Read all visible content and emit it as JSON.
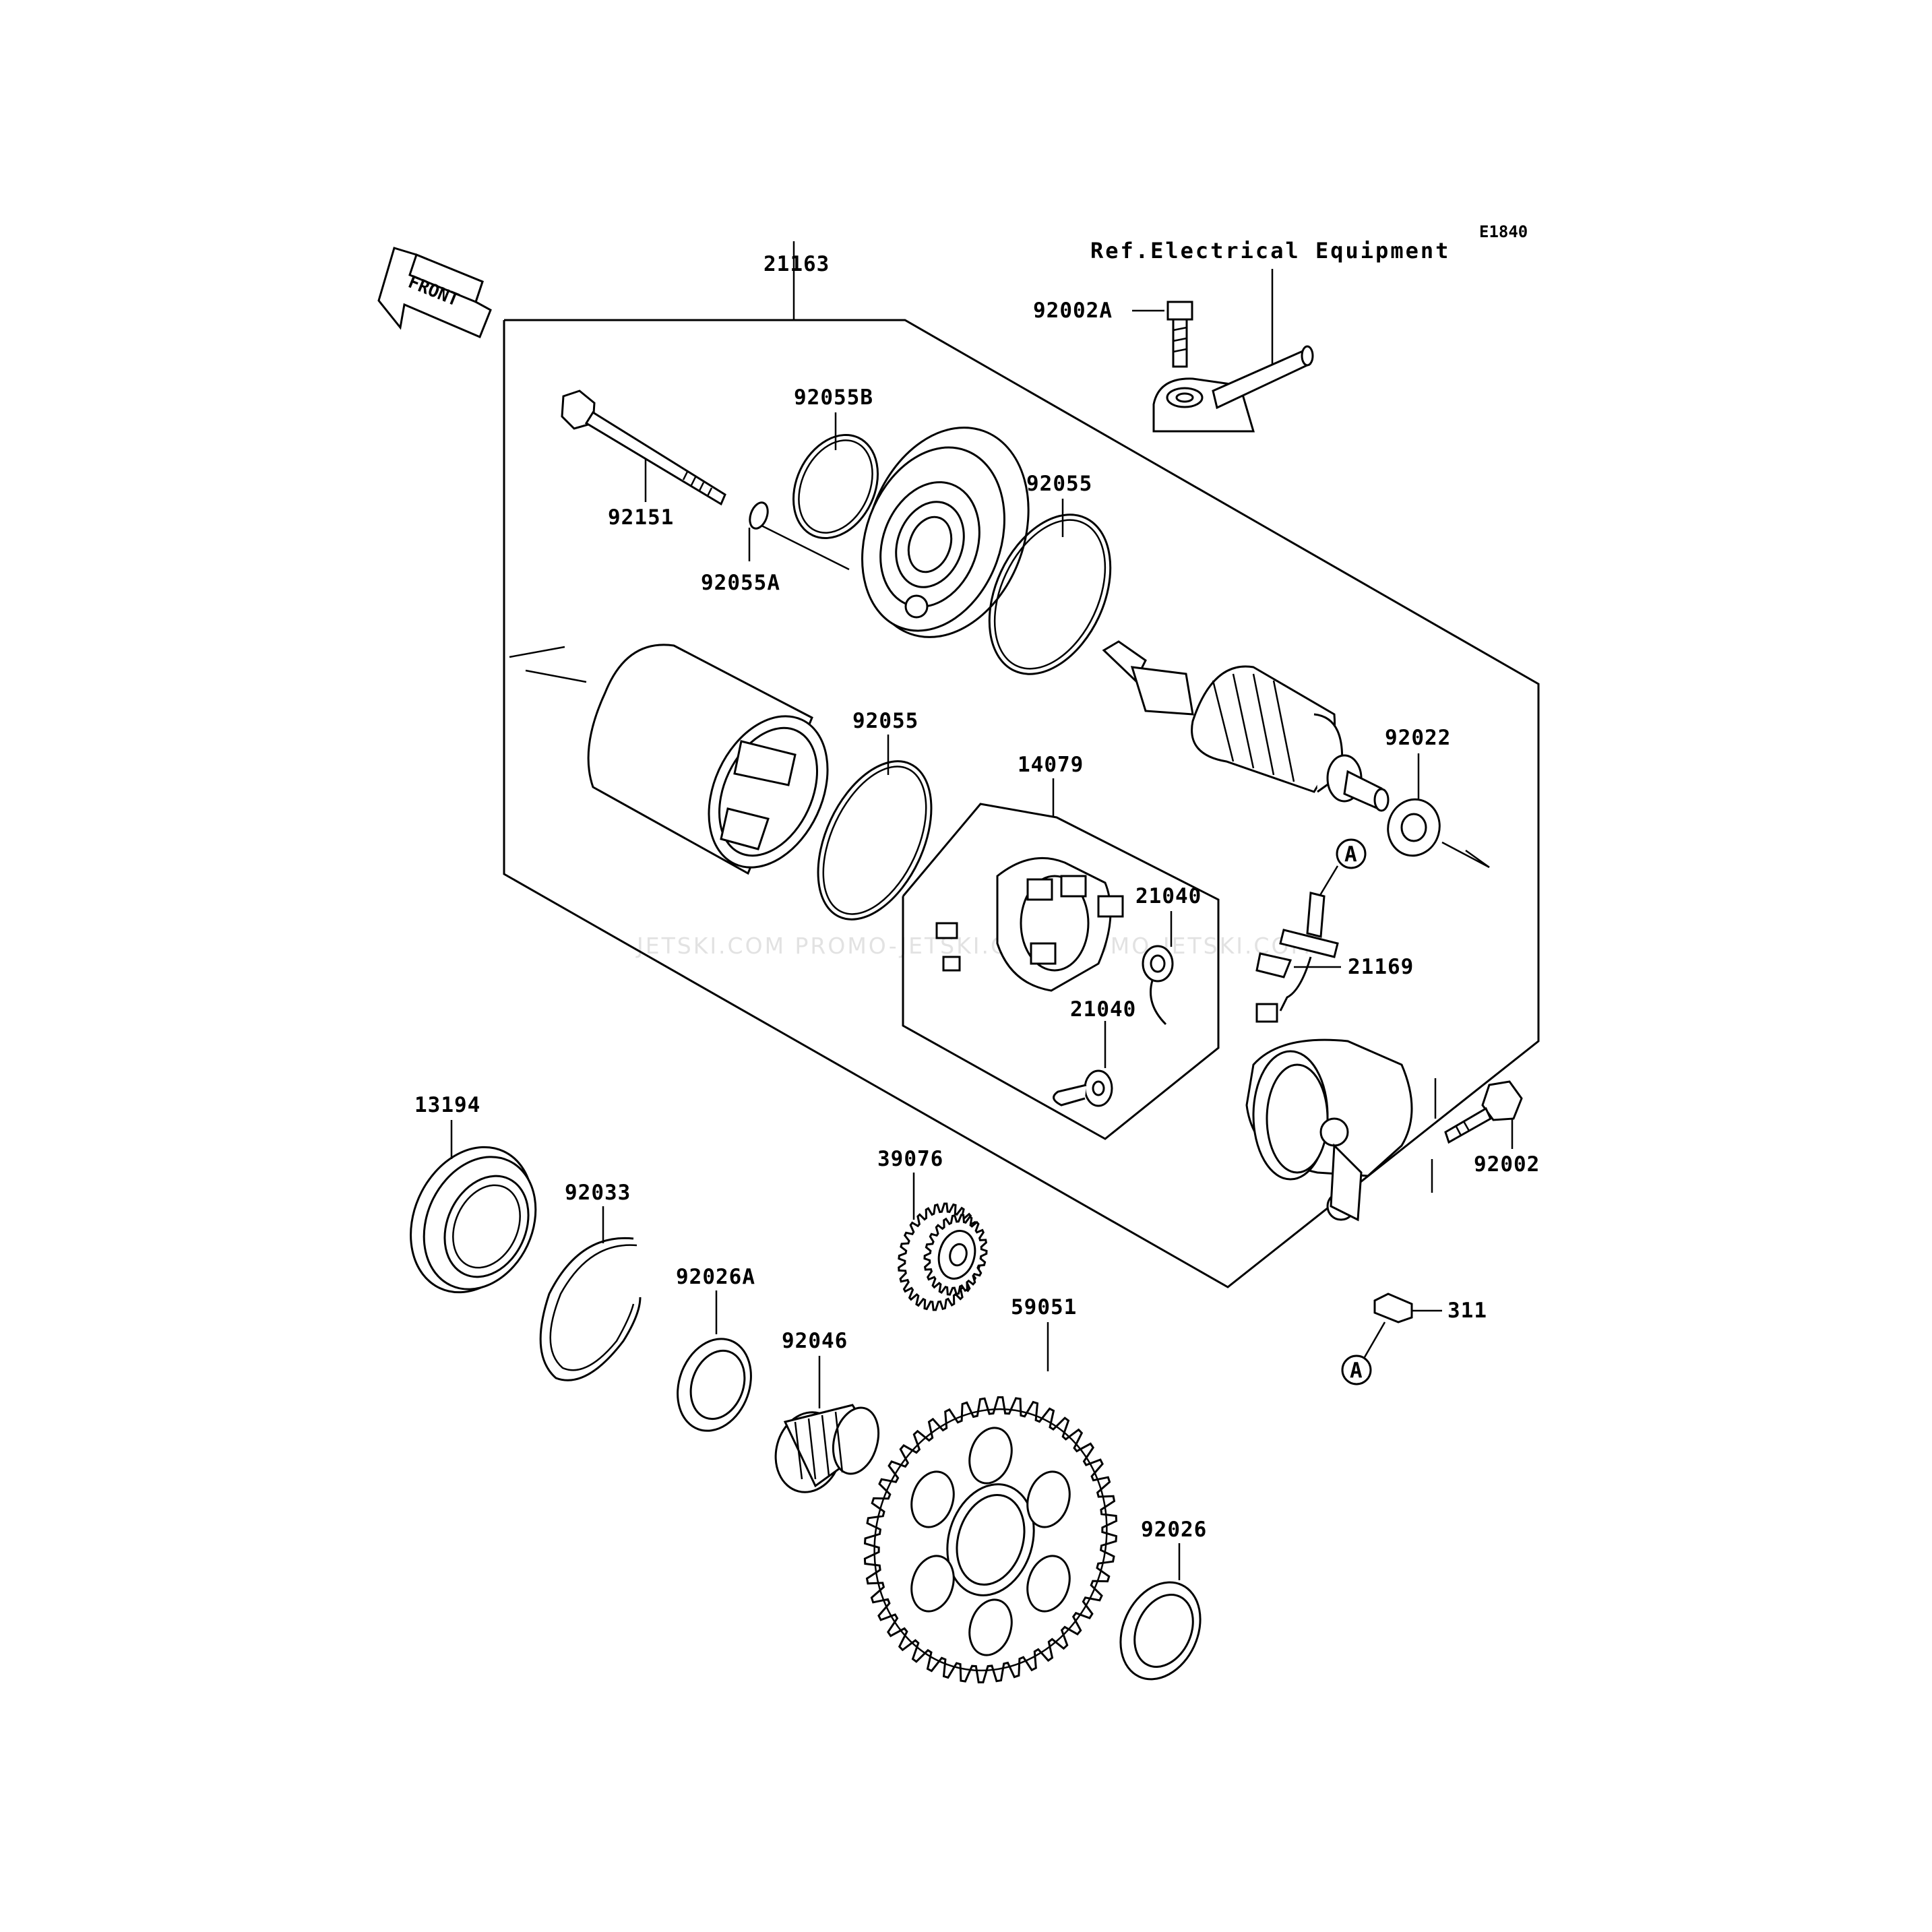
{
  "diagram_code": "E1840",
  "reference_note": "Ref.Electrical Equipment",
  "front_marker": "FRONT",
  "watermark": "JETSKI.COM  PROMO-JETSKI.COM  PROMO-JETSKI.COM",
  "callout_circle_letter": "A",
  "parts": {
    "p21163": "21163",
    "p92002A": "92002A",
    "p92055B": "92055B",
    "p92151": "92151",
    "p92055A": "92055A",
    "p92055_top": "92055",
    "p92055_mid": "92055",
    "p14079": "14079",
    "p92022": "92022",
    "p21040_a": "21040",
    "p21040_b": "21040",
    "p21169": "21169",
    "p92002": "92002",
    "p13194": "13194",
    "p92033": "92033",
    "p39076": "39076",
    "p92026A": "92026A",
    "p92046": "92046",
    "p59051": "59051",
    "p311": "311",
    "p92026": "92026"
  }
}
